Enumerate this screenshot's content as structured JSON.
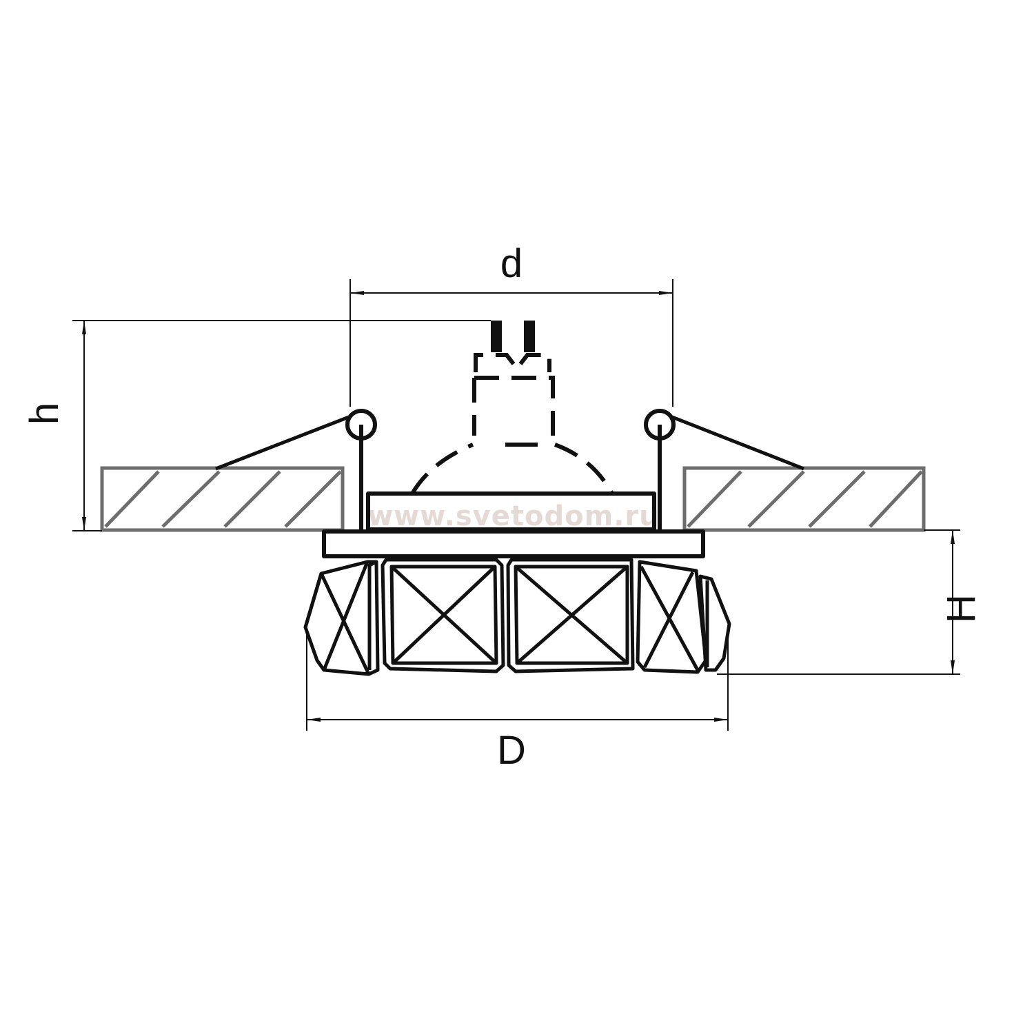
{
  "labels": {
    "d": "d",
    "D": "D",
    "h": "h",
    "H": "H"
  },
  "watermark": "www.svetodom.ru",
  "colors": {
    "line": "#111111",
    "ceiling": "#6d6d6d",
    "watermark": "#e4d9d4",
    "background": "#ffffff"
  }
}
